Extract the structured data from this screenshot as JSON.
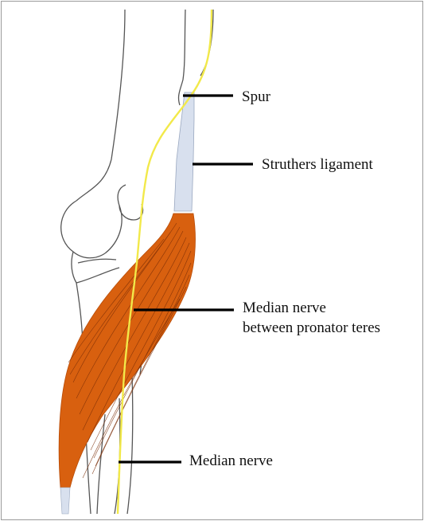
{
  "labels": {
    "spur": "Spur",
    "struthers": "Struthers ligament",
    "pronator_line1": "Median nerve",
    "pronator_line2": "between pronator teres",
    "median_nerve": "Median nerve"
  },
  "colors": {
    "muscle": "#d8600f",
    "muscle_fiber": "#7a2d06",
    "nerve": "#f2e94a",
    "ligament": "#d8e0ee",
    "bone_outline": "#555555",
    "leader_line": "#000000"
  }
}
